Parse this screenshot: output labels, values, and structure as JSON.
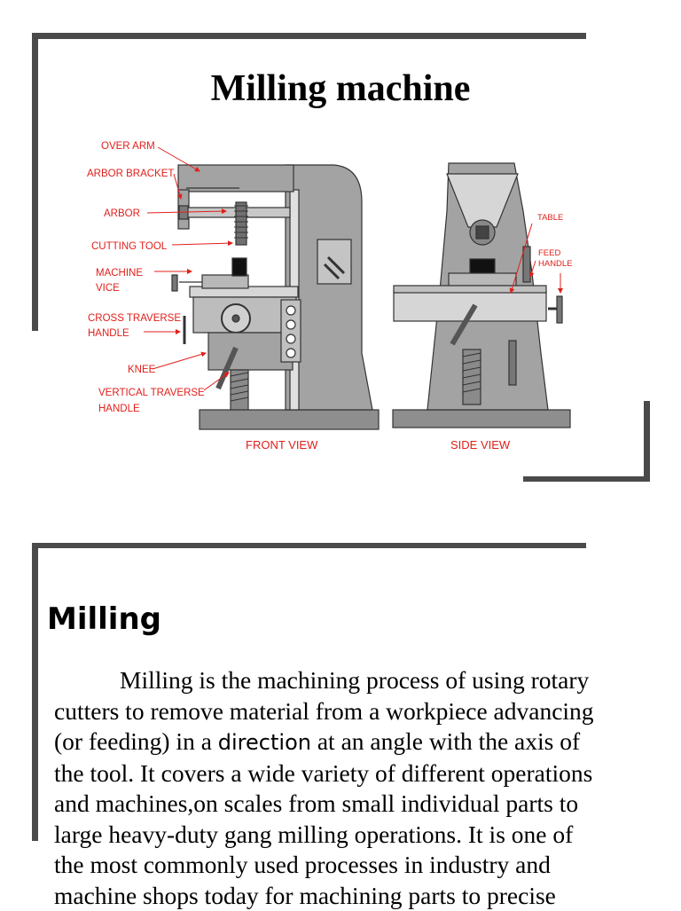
{
  "slide1": {
    "title": "Milling machine",
    "diagram": {
      "labels": {
        "over_arm": "OVER ARM",
        "arbor_bracket": "ARBOR BRACKET",
        "arbor": "ARBOR",
        "cutting_tool": "CUTTING TOOL",
        "machine_vice_1": "MACHINE",
        "machine_vice_2": "VICE",
        "cross_traverse_1": "CROSS TRAVERSE",
        "cross_traverse_2": "HANDLE",
        "knee": "KNEE",
        "vertical_traverse_1": "VERTICAL TRAVERSE",
        "vertical_traverse_2": "HANDLE",
        "table": "TABLE",
        "feed_handle_1": "FEED",
        "feed_handle_2": "HANDLE",
        "front_view": "FRONT VIEW",
        "side_view": "SIDE VIEW"
      },
      "label_color": "#e0201b",
      "machine_fill": "#a3a3a3",
      "machine_light": "#d6d6d6",
      "machine_dark": "#5e5e5e"
    }
  },
  "slide2": {
    "heading": "Milling",
    "paragraph": {
      "line1": "Milling is the machining process of using rotary",
      "line2": "cutters to remove material from a workpiece advancing",
      "line3_a": "(or feeding) in a ",
      "line3_b": "direction",
      "line3_c": " at an angle with the axis of",
      "line4": "the tool. It covers a wide variety of different operations",
      "line5": "and  machines,on scales from small individual parts to",
      "line6": "large heavy-duty gang milling operations. It is one of",
      "line7": "the most commonly used processes in  industry and",
      "line8": "machine shops today for machining parts to precise"
    }
  },
  "colors": {
    "bracket": "#4a4a4a",
    "text": "#000000"
  }
}
